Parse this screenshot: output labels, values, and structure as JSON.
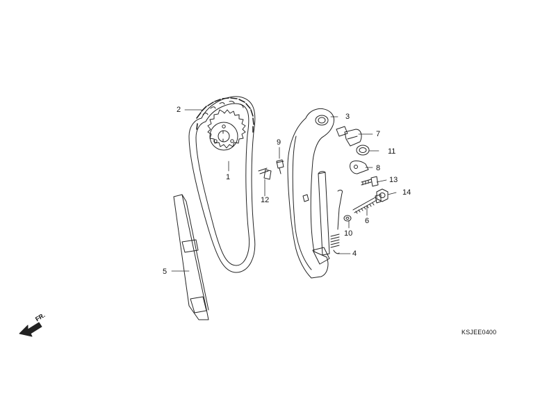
{
  "diagram": {
    "callouts": {
      "p1": "1",
      "p2": "2",
      "p3": "3",
      "p4": "4",
      "p5": "5",
      "p6": "6",
      "p7": "7",
      "p8": "8",
      "p9": "9",
      "p10": "10",
      "p11": "11",
      "p12": "12",
      "p13": "13",
      "p14": "14"
    },
    "front_indicator": "FR.",
    "drawing_code": "KSJEE0400"
  },
  "colors": {
    "line": "#222222",
    "background": "#ffffff"
  }
}
